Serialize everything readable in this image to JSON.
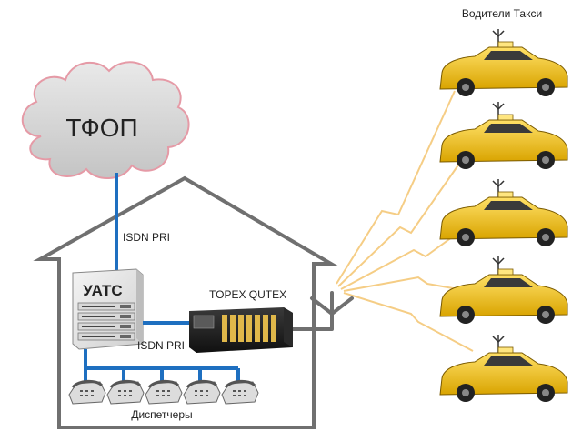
{
  "cloud": {
    "label": "ТФОП"
  },
  "link_top": {
    "label": "ISDN PRI"
  },
  "pbx": {
    "label": "УАТС"
  },
  "link_mid": {
    "label": "ISDN PRI"
  },
  "gateway": {
    "label": "TOPEX QUTEX"
  },
  "phones": {
    "label": "Диспетчеры",
    "count": 5
  },
  "taxis": {
    "label": "Водители Такси",
    "count": 5
  },
  "colors": {
    "link": "#1e6fc0",
    "house": "#707070",
    "taxi": "#f2c21a",
    "signal": "#f5c878",
    "cloud_fill": "#d2d2d2",
    "cloud_outline": "#e59aa6"
  }
}
